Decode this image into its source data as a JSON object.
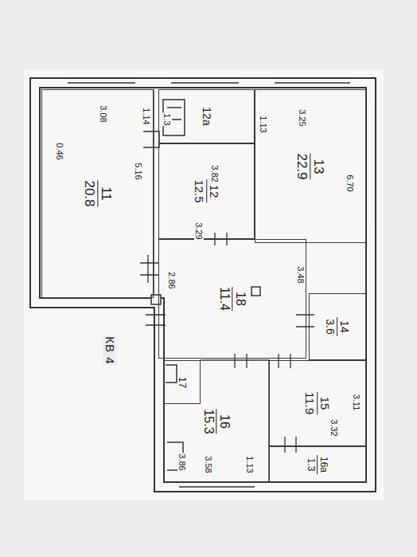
{
  "diagram": {
    "nodes": [
      {
        "text": [
          "11",
          "20.8"
        ]
      },
      {
        "text": [
          "12а"
        ]
      },
      {
        "text": [
          "12",
          "12.5"
        ]
      },
      {
        "text": [
          "13",
          "22.9"
        ]
      },
      {
        "text": [
          "18",
          "11.4"
        ]
      },
      {
        "text": [
          "14",
          "3.6"
        ]
      },
      {
        "text": [
          "15",
          "11.9"
        ]
      },
      {
        "text": [
          "17"
        ]
      },
      {
        "text": [
          "16",
          "15.3"
        ]
      },
      {
        "text": [
          "16а",
          "1.3"
        ]
      }
    ],
    "labels": [
      "3.08",
      "1.14",
      "0.46",
      "5.16",
      "1.3",
      "3.82",
      "3.29",
      "3.25",
      "1.13",
      "6.70",
      "3.48",
      "2.86",
      "3.11",
      "3.32",
      "3.86",
      "3.58",
      "1.13",
      "КВ 4"
    ]
  }
}
